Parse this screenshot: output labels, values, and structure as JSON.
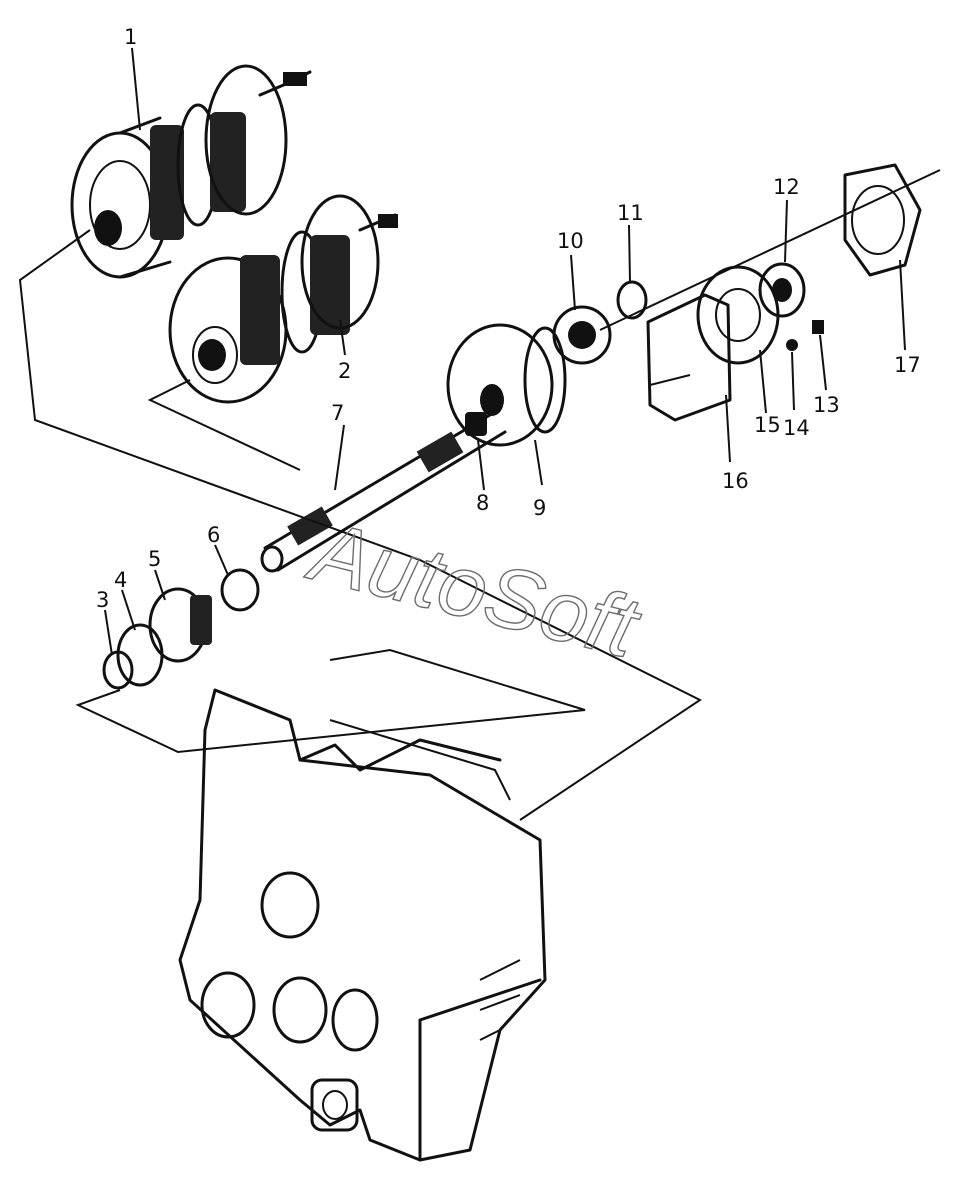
{
  "parts": [
    {
      "id": "1",
      "label": "1"
    },
    {
      "id": "2",
      "label": "2"
    },
    {
      "id": "3",
      "label": "3"
    },
    {
      "id": "4",
      "label": "4"
    },
    {
      "id": "5",
      "label": "5"
    },
    {
      "id": "6",
      "label": "6"
    },
    {
      "id": "7",
      "label": "7"
    },
    {
      "id": "8",
      "label": "8"
    },
    {
      "id": "9",
      "label": "9"
    },
    {
      "id": "10",
      "label": "10"
    },
    {
      "id": "11",
      "label": "11"
    },
    {
      "id": "12",
      "label": "12"
    },
    {
      "id": "13",
      "label": "13"
    },
    {
      "id": "14",
      "label": "14"
    },
    {
      "id": "15",
      "label": "15"
    },
    {
      "id": "16",
      "label": "16"
    },
    {
      "id": "17",
      "label": "17"
    }
  ],
  "watermark": "AutoSoft"
}
